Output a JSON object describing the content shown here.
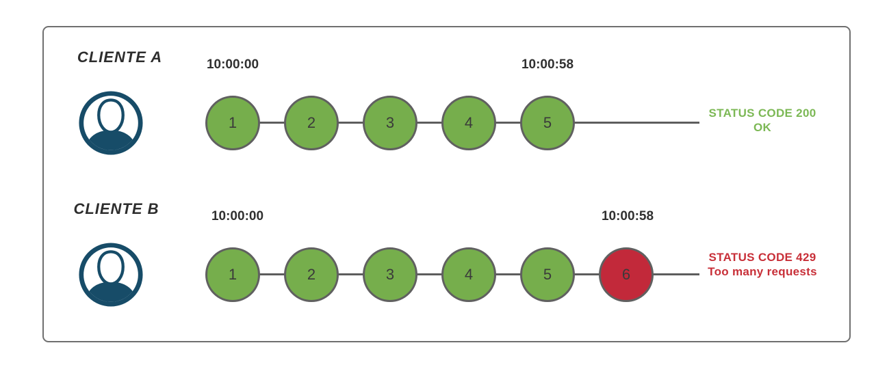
{
  "icons": {
    "client": "user-avatar-icon"
  },
  "colors": {
    "request_ok_fill": "#76ae4c",
    "request_rejected_fill": "#c2293a",
    "circle_border": "#606060",
    "timeline": "#5d5d5d",
    "frame_border": "#6f6f6f",
    "avatar_navy": "#174c68",
    "status_ok_text": "#7cb855",
    "status_rejected_text": "#c82f38",
    "text_dark": "#303030"
  },
  "rows": [
    {
      "client_label": "CLIENTE A",
      "start_time": "10:00:00",
      "end_time": "10:00:58",
      "requests": [
        {
          "label": "1",
          "state": "ok"
        },
        {
          "label": "2",
          "state": "ok"
        },
        {
          "label": "3",
          "state": "ok"
        },
        {
          "label": "4",
          "state": "ok"
        },
        {
          "label": "5",
          "state": "ok"
        }
      ],
      "status": {
        "code_line": "STATUS CODE 200",
        "message_line": "OK",
        "state": "ok"
      }
    },
    {
      "client_label": "CLIENTE B",
      "start_time": "10:00:00",
      "end_time": "10:00:58",
      "requests": [
        {
          "label": "1",
          "state": "ok"
        },
        {
          "label": "2",
          "state": "ok"
        },
        {
          "label": "3",
          "state": "ok"
        },
        {
          "label": "4",
          "state": "ok"
        },
        {
          "label": "5",
          "state": "ok"
        },
        {
          "label": "6",
          "state": "rejected"
        }
      ],
      "status": {
        "code_line": "STATUS CODE 429",
        "message_line": "Too many requests",
        "state": "rejected"
      }
    }
  ]
}
